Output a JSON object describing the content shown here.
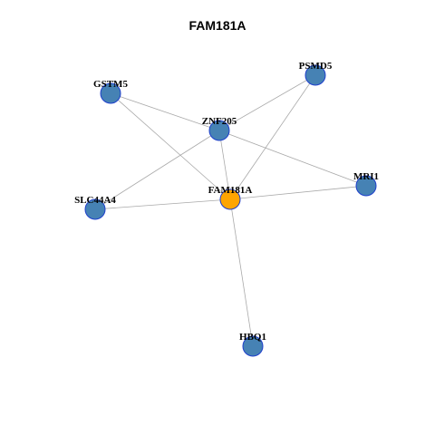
{
  "title": "FAM181A",
  "colors": {
    "center_fill": "#FFA500",
    "neighbor_fill": "#4682B4",
    "node_stroke": "#1E3FCC",
    "edge": "#A9A9A9"
  },
  "nodes": [
    {
      "id": "FAM181A",
      "role": "center"
    },
    {
      "id": "GSTM5",
      "role": "neighbor"
    },
    {
      "id": "PSMD5",
      "role": "neighbor"
    },
    {
      "id": "ZNF205",
      "role": "neighbor"
    },
    {
      "id": "MRI1",
      "role": "neighbor"
    },
    {
      "id": "SLC44A4",
      "role": "neighbor"
    },
    {
      "id": "HBQ1",
      "role": "neighbor"
    }
  ],
  "edges": [
    [
      "GSTM5",
      "ZNF205"
    ],
    [
      "GSTM5",
      "FAM181A"
    ],
    [
      "PSMD5",
      "ZNF205"
    ],
    [
      "PSMD5",
      "FAM181A"
    ],
    [
      "ZNF205",
      "FAM181A"
    ],
    [
      "ZNF205",
      "SLC44A4"
    ],
    [
      "ZNF205",
      "MRI1"
    ],
    [
      "SLC44A4",
      "FAM181A"
    ],
    [
      "FAM181A",
      "MRI1"
    ],
    [
      "FAM181A",
      "HBQ1"
    ]
  ]
}
